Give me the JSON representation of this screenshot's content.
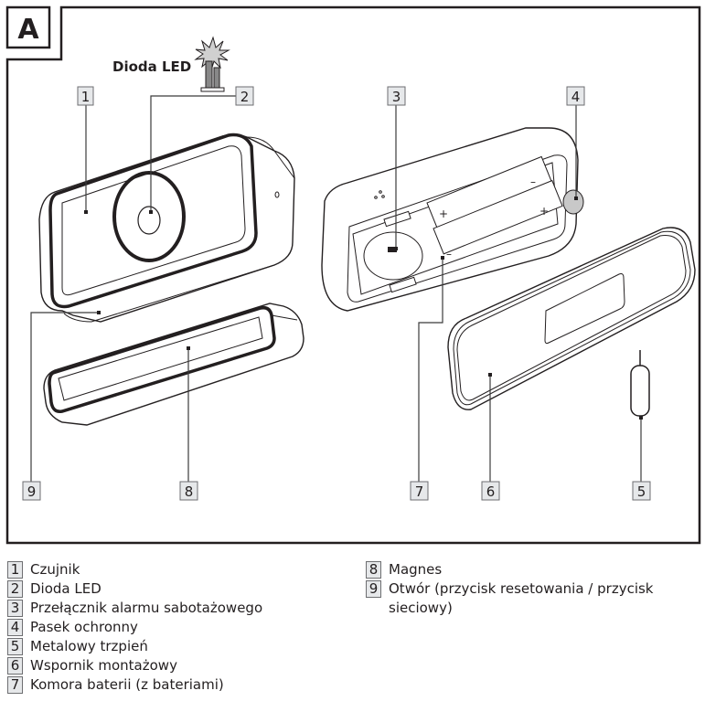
{
  "figure": {
    "panel_label": "A",
    "led_callout": "Dioda LED",
    "callouts": [
      "1",
      "2",
      "3",
      "4",
      "5",
      "6",
      "7",
      "8",
      "9"
    ]
  },
  "legend": {
    "left": [
      {
        "num": "1",
        "label": "Czujnik"
      },
      {
        "num": "2",
        "label": "Dioda LED"
      },
      {
        "num": "3",
        "label": "Przełącznik alarmu sabotażowego"
      },
      {
        "num": "4",
        "label": "Pasek ochronny"
      },
      {
        "num": "5",
        "label": "Metalowy trzpień"
      },
      {
        "num": "6",
        "label": "Wspornik montażowy"
      },
      {
        "num": "7",
        "label": "Komora baterii (z bateriami)"
      }
    ],
    "right": [
      {
        "num": "8",
        "label": "Magnes"
      },
      {
        "num": "9",
        "label": "Otwór (przycisk resetowania / przycisk sieciowy)"
      }
    ]
  }
}
